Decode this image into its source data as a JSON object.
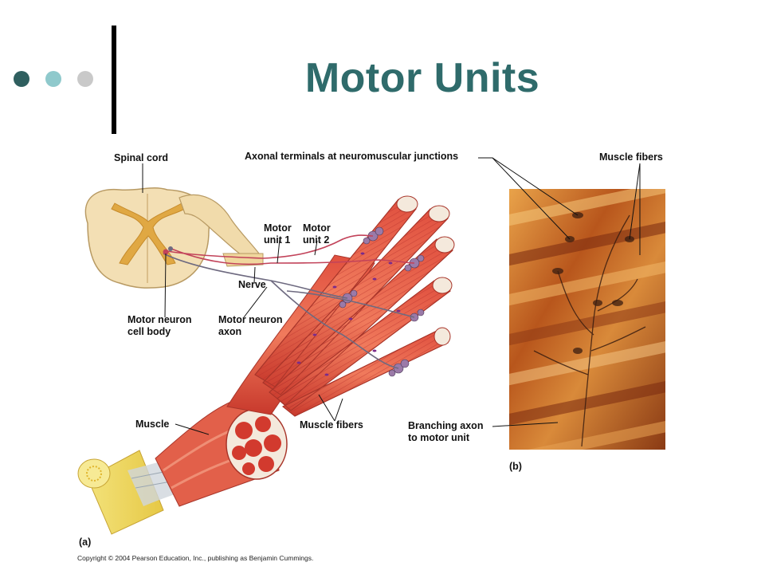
{
  "slide": {
    "title": "Motor Units",
    "bullet_colors": [
      "#2f5f5f",
      "#8fc9cc",
      "#c9c9c9"
    ]
  },
  "figure": {
    "labels": {
      "spinal_cord": "Spinal cord",
      "axonal_terminals": "Axonal terminals at neuromuscular junctions",
      "muscle_fibers_b": "Muscle fibers",
      "motor_unit_1": "Motor\nunit 1",
      "motor_unit_2": "Motor\nunit 2",
      "nerve": "Nerve",
      "motor_neuron_cell_body": "Motor neuron\ncell body",
      "motor_neuron_axon": "Motor neuron\naxon",
      "muscle": "Muscle",
      "muscle_fibers_a": "Muscle fibers",
      "branching_axon": "Branching axon\nto motor unit",
      "panel_a": "(a)",
      "panel_b": "(b)"
    },
    "copyright": "Copyright © 2004 Pearson Education, Inc., publishing as Benjamin Cummings."
  }
}
